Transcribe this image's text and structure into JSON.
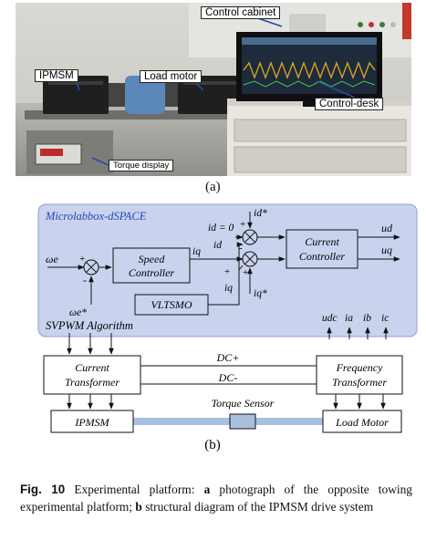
{
  "photo": {
    "labels": {
      "control_cabinet": "Control cabinet",
      "ipmsm": "IPMSM",
      "load_motor": "Load motor",
      "control_desk": "Control-desk",
      "torque_display": "Torque display"
    },
    "sublabel": "(a)"
  },
  "diagram": {
    "platform_title": "Microlabbox-dSPACE",
    "omega_e": "ωe",
    "omega_e_ref": "ωe*",
    "plus": "+",
    "minus": "-",
    "speed_controller": [
      "Speed",
      "Controller"
    ],
    "current_controller": [
      "Current",
      "Controller"
    ],
    "id_eq": "id = 0",
    "id_star": "id*",
    "id": "id",
    "iq": "iq",
    "iq_star": "iq*",
    "vltsmo": "VLTSMO",
    "ud": "ud",
    "uq": "uq",
    "svpwm": "SVPWM Algorithm",
    "feedback": [
      "udc",
      "ia",
      "ib",
      "ic"
    ],
    "current_transformer": [
      "Current",
      "Transformer"
    ],
    "frequency_transformer": [
      "Frequency",
      "Transformer"
    ],
    "dc_plus": "DC+",
    "dc_minus": "DC-",
    "ipmsm": "IPMSM",
    "torque_sensor": "Torque Sensor",
    "load_motor": "Load Motor",
    "sublabel": "(b)"
  },
  "caption": {
    "fig": "Fig. 10",
    "text_start": " Experimental platform: ",
    "a": "a",
    "a_text": " photograph of the opposite towing experimental platform; ",
    "b": "b",
    "b_text": " structural diagram of the IPMSM drive system"
  }
}
